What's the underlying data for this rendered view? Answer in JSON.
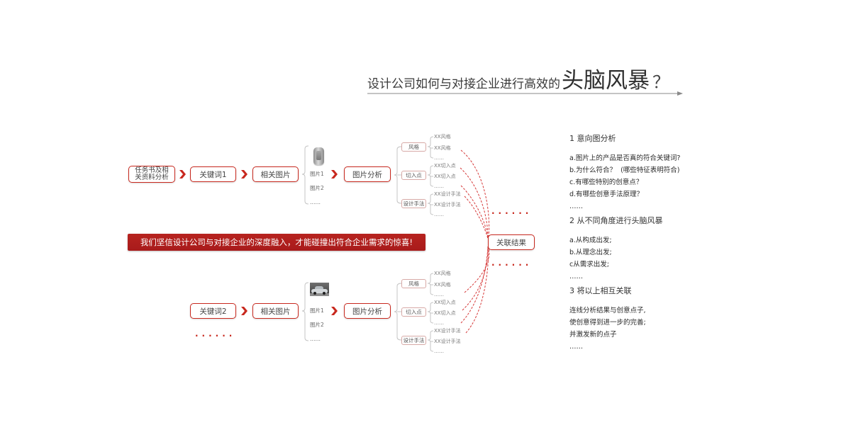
{
  "title": {
    "prefix": "设计公司如何与对接企业进行高效的",
    "emphasis": "头脑风暴",
    "mark": "？"
  },
  "flow_top": {
    "start_lines": [
      "任务书及相",
      "关资料分析"
    ],
    "keyword": "关键词1",
    "related_images": "相关图片",
    "image_labels": [
      "图片1",
      "图片2",
      "……"
    ],
    "analysis": "图片分析",
    "categories": [
      {
        "label": "风格",
        "items": [
          "XX风格",
          "XX风格",
          "……"
        ]
      },
      {
        "label": "切入点",
        "items": [
          "XX切入点",
          "XX切入点",
          "……"
        ]
      },
      {
        "label": "设计手法",
        "items": [
          "XX设计手法",
          "XX设计手法",
          "……"
        ]
      }
    ]
  },
  "flow_bottom": {
    "keyword": "关键词2",
    "related_images": "相关图片",
    "image_labels": [
      "图片1",
      "图片2",
      "……"
    ],
    "analysis": "图片分析",
    "categories": [
      {
        "label": "风格",
        "items": [
          "XX风格",
          "XX风格",
          "……"
        ]
      },
      {
        "label": "切入点",
        "items": [
          "XX切入点",
          "XX切入点",
          "……"
        ]
      },
      {
        "label": "设计手法",
        "items": [
          "XX设计手法",
          "XX设计手法",
          "……"
        ]
      }
    ],
    "more": "......"
  },
  "result": {
    "label": "关联结果",
    "more_above": "......",
    "more_below": "......"
  },
  "banner": "我们坚信设计公司与对接企业的深度融入，才能碰撞出符合企业需求的惊喜!",
  "notes": [
    {
      "heading": "1 意向图分析",
      "lines": [
        "a.图片上的产品是否真的符合关键词?",
        "b.为什么符合？  (哪些特征表明符合)",
        "c.有哪些特别的创意点？",
        "d.有哪些创意手法原理？",
        "……"
      ]
    },
    {
      "heading": "2 从不同角度进行头脑风暴",
      "lines": [
        "a.从构成出发;",
        "b.从理念出发;",
        "c从需求出发;",
        "……"
      ]
    },
    {
      "heading": "3 将以上相互关联",
      "lines": [
        "连线分析结果与创意点子,",
        "使创意得到进一步的完善;",
        "并激发新的点子",
        "……"
      ]
    }
  ],
  "colors": {
    "accent": "#c8281e",
    "banner": "#a81b1b",
    "dash": "#d63a3a",
    "connector": "#c4c4c4",
    "text": "#444444"
  },
  "icons": {
    "flow_arrow": "chevron-right-icon",
    "title_arrow": "arrow-right-icon"
  }
}
